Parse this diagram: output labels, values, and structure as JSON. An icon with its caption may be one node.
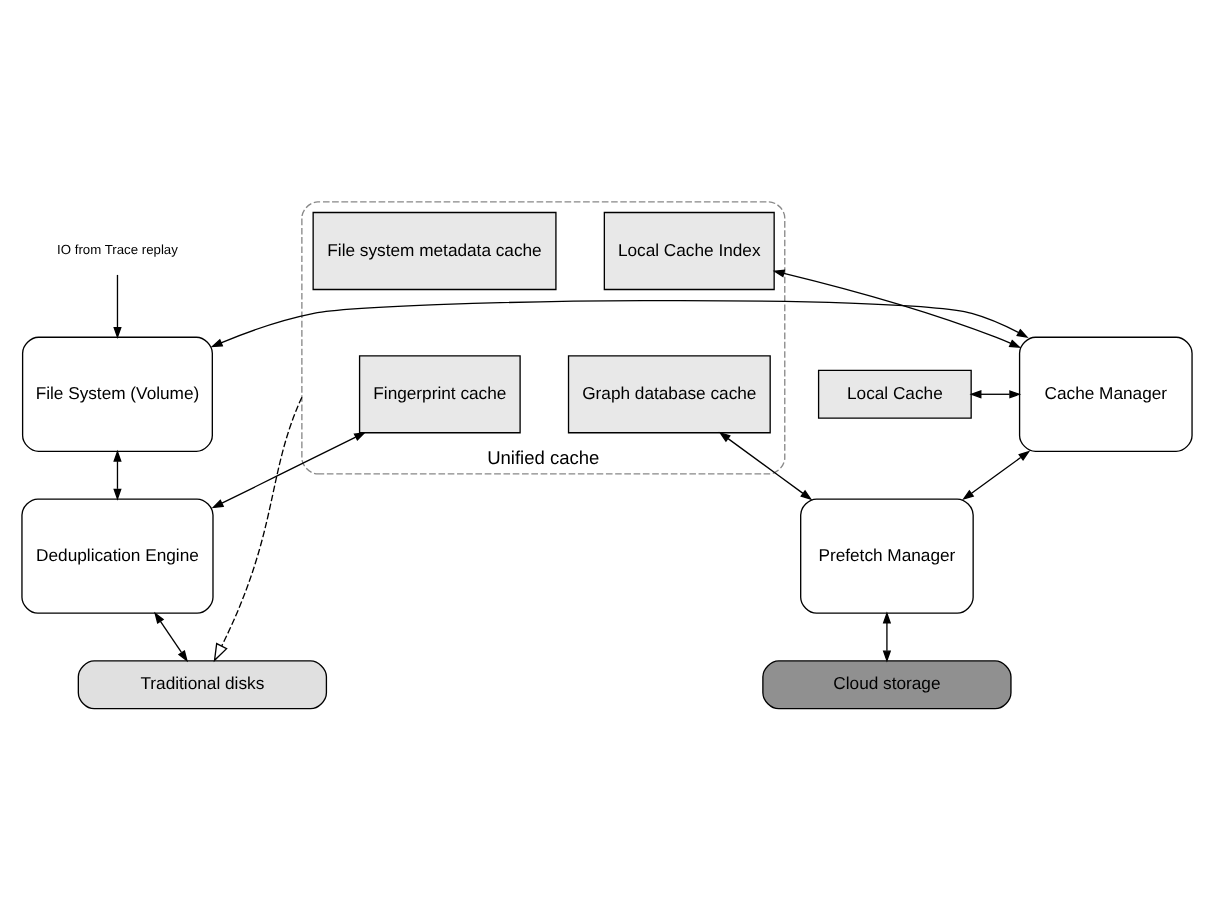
{
  "diagram": {
    "nodes": [
      {
        "text": [
          "IO from Trace replay"
        ]
      },
      {
        "text": [
          "File System (Volume)"
        ]
      },
      {
        "text": [
          "Local Cache"
        ]
      },
      {
        "text": [
          "Cache Manager"
        ]
      },
      {
        "text": [
          "Unified cache"
        ]
      },
      {
        "text": [
          "File system metadata cache"
        ],
        "in": 4
      },
      {
        "text": [
          "Local Cache Index"
        ],
        "in": 4
      },
      {
        "text": [
          "Fingerprint cache"
        ],
        "in": 4
      },
      {
        "text": [
          "Graph database cache"
        ],
        "in": 4
      },
      {
        "text": [
          "Deduplication Engine"
        ]
      },
      {
        "text": [
          "Prefetch Manager"
        ]
      },
      {
        "text": [
          "Traditional disks"
        ]
      },
      {
        "text": [
          "Cloud storage"
        ]
      }
    ],
    "edges": [
      {
        "from": 0,
        "to": 1,
        "arrow": "to"
      },
      {
        "from": 1,
        "to": 3,
        "arrow": "both"
      },
      {
        "from": 2,
        "to": 3,
        "arrow": "both"
      },
      {
        "from": 6,
        "to": 3,
        "arrow": "both"
      },
      {
        "from": 1,
        "to": 9,
        "arrow": "both"
      },
      {
        "from": 9,
        "to": 7,
        "arrow": "both"
      },
      {
        "from": 8,
        "to": 10,
        "arrow": "both"
      },
      {
        "from": 3,
        "to": 10,
        "arrow": "both"
      },
      {
        "from": 9,
        "to": 11,
        "arrow": "both"
      },
      {
        "from": 10,
        "to": 12,
        "arrow": "both"
      },
      {
        "from": 4,
        "to": 11,
        "arrow": "to",
        "style": "dashed"
      }
    ]
  }
}
